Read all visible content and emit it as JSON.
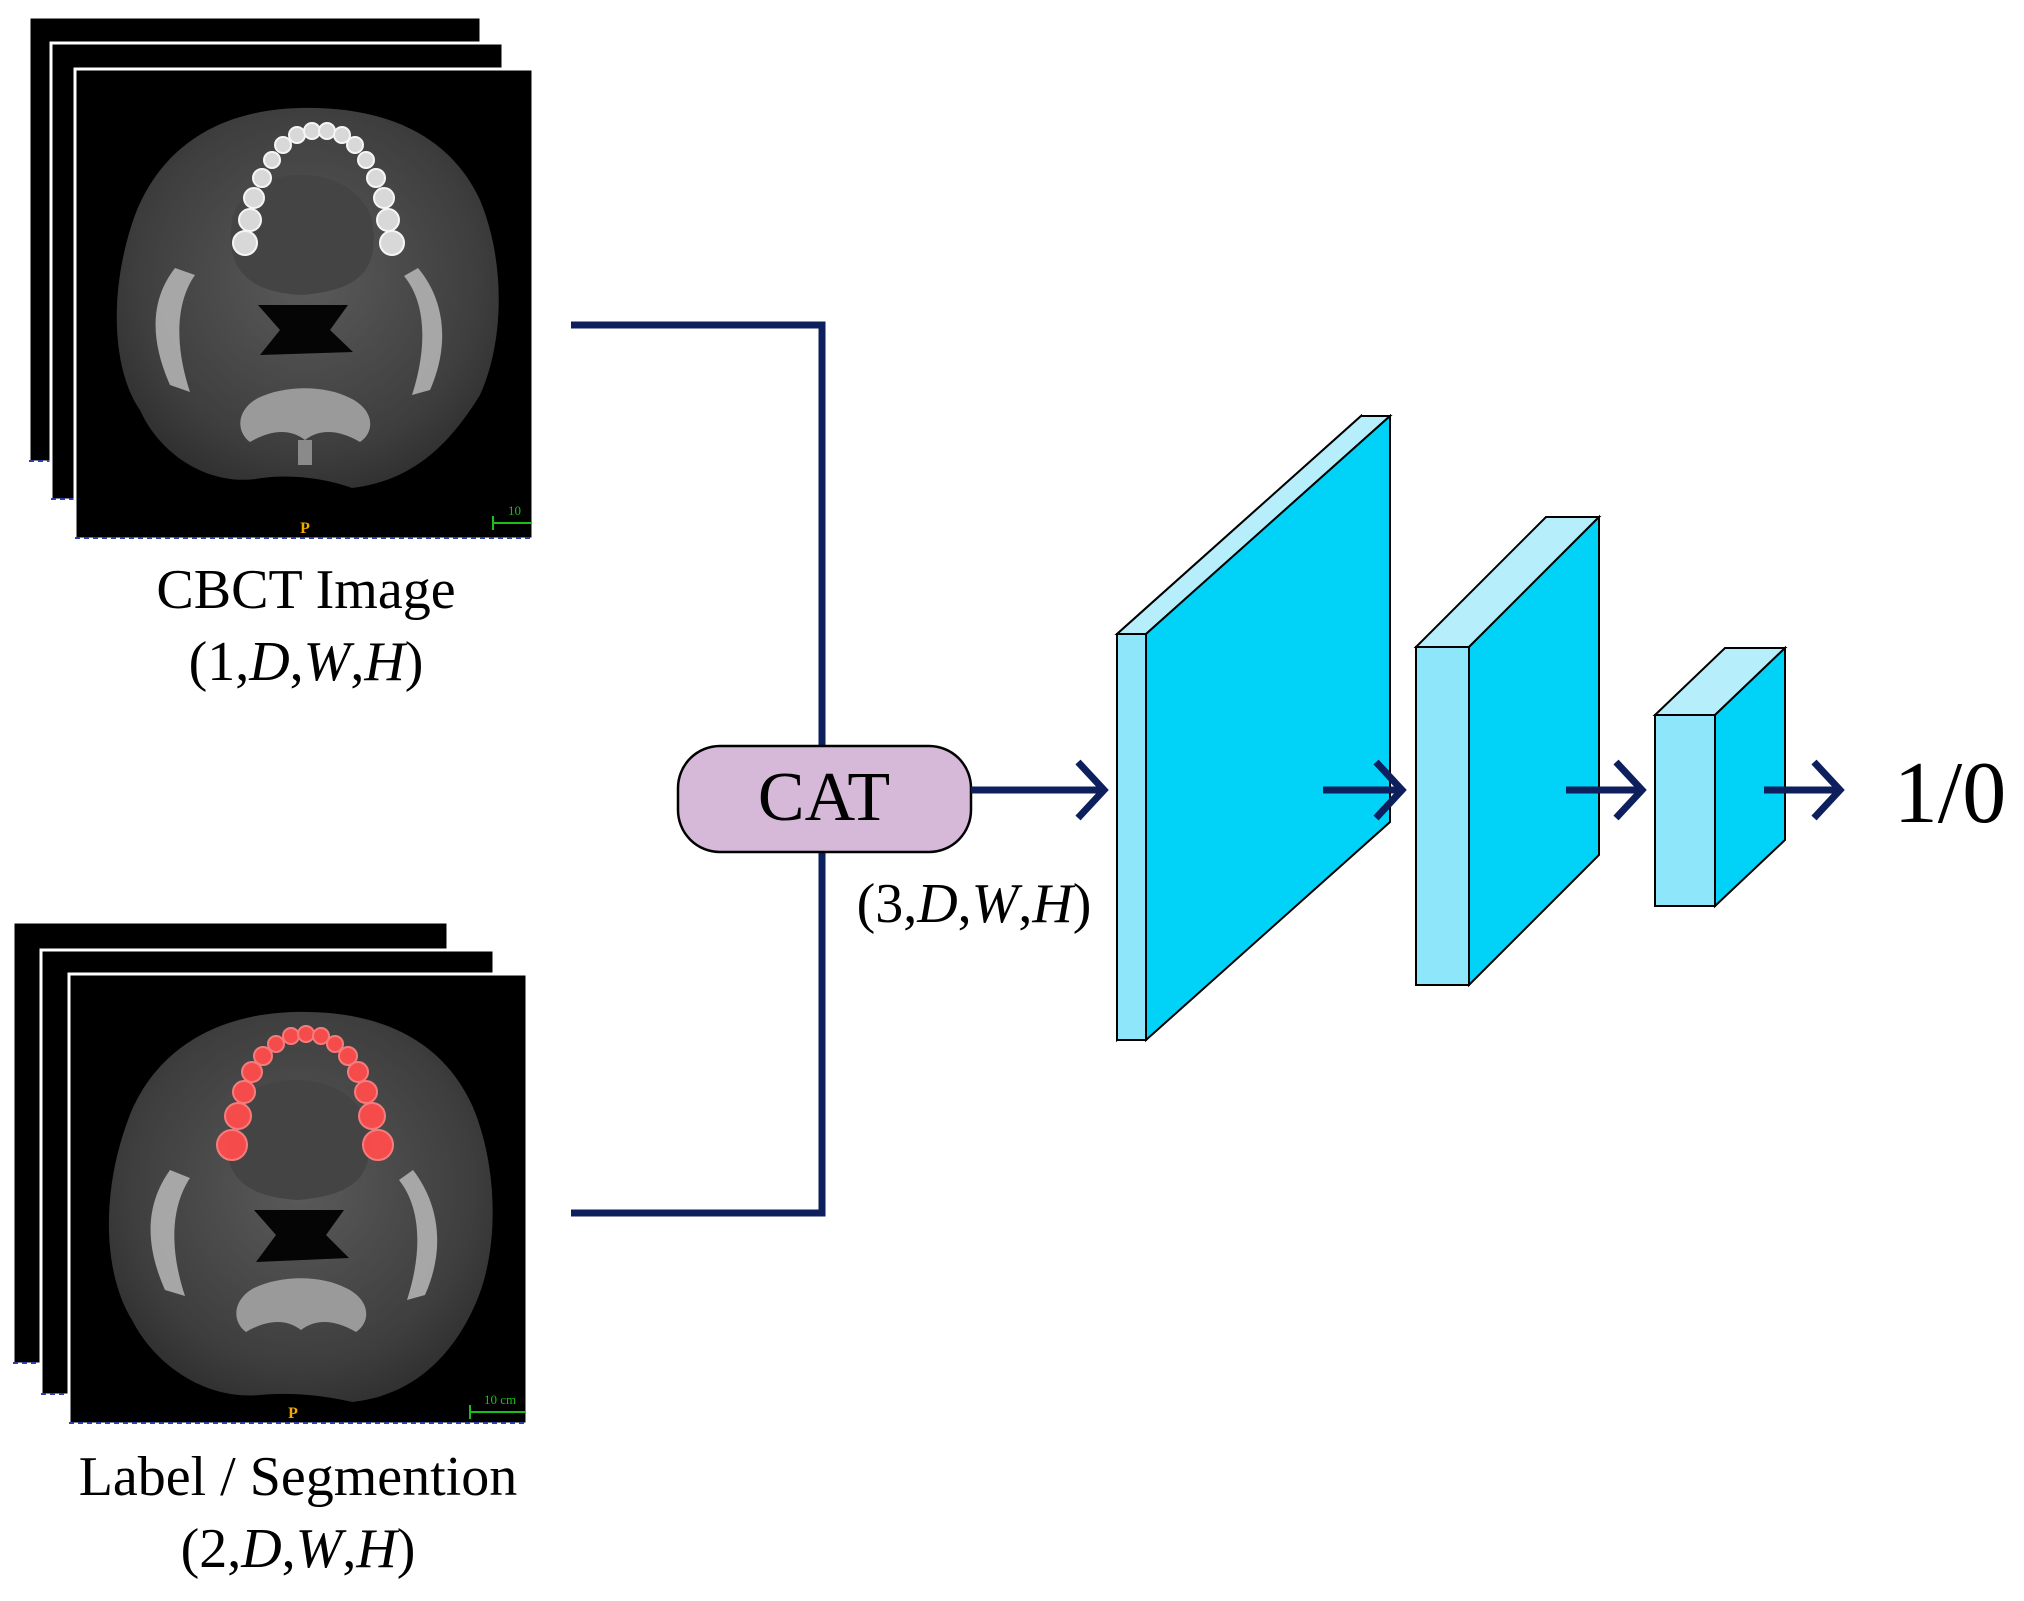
{
  "inputs": {
    "cbct": {
      "label": "CBCT Image",
      "shape_prefix": "(1,",
      "dims": [
        "D",
        "W",
        "H"
      ],
      "shape_suffix": ")",
      "orientation_marker": "P",
      "scale_label": "10"
    },
    "label": {
      "label": "Label / Segmention",
      "shape_prefix": "(2,",
      "dims": [
        "D",
        "W",
        "H"
      ],
      "shape_suffix": ")",
      "orientation_marker": "P",
      "scale_label": "10 cm"
    }
  },
  "concat": {
    "label": "CAT",
    "shape_prefix": "(3,",
    "dims": [
      "D",
      "W",
      "H"
    ],
    "shape_suffix": ")"
  },
  "output": {
    "label": "1/0"
  },
  "colors": {
    "line": "#0d1f5c",
    "cat_fill": "#d6b8d8",
    "block_front": "#00d2f8",
    "block_side": "#8ee6fb",
    "block_top": "#b6eefc",
    "scan_bg": "#000000",
    "segmentation_overlay": "#ff4c4c",
    "marker": "#f2a900",
    "scale_bar": "#18c018"
  }
}
